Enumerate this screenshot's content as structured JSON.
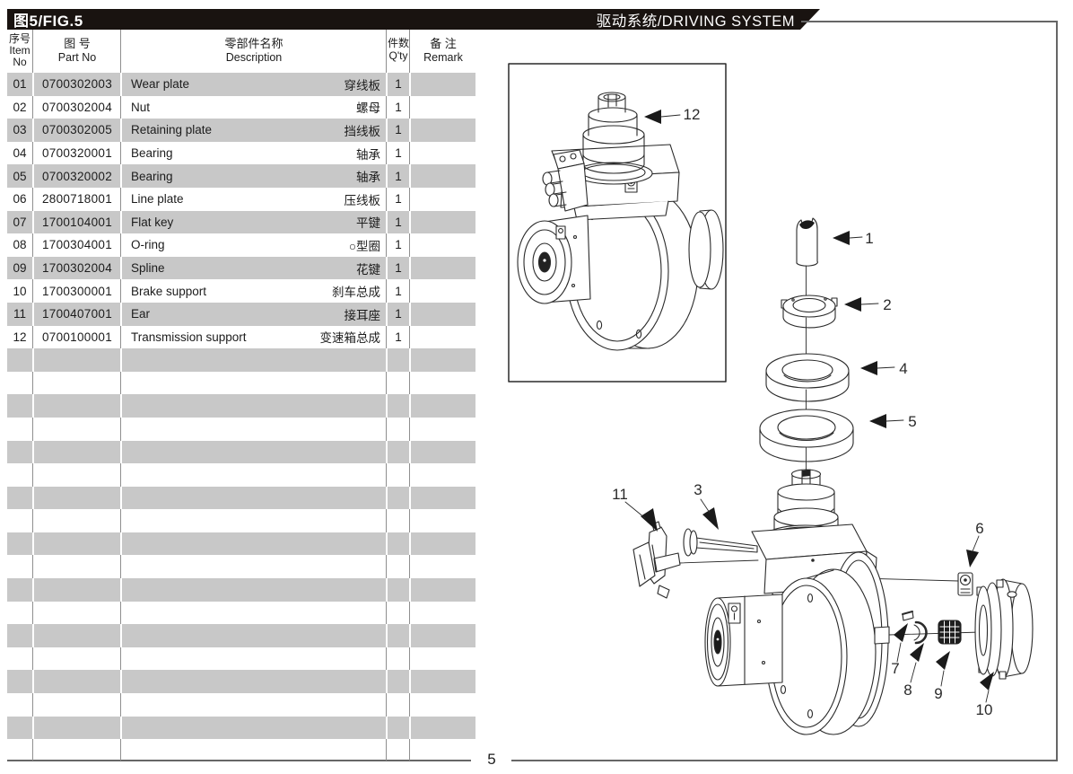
{
  "page": {
    "figure_title": "图5/FIG.5",
    "system_title": "驱动系统/DRIVING SYSTEM",
    "page_number": "5"
  },
  "colors": {
    "banner_black": "#191310",
    "row_gray": "#c8c8c8",
    "line_dark": "#2a2a2a"
  },
  "table": {
    "headers": {
      "item_cn": "序号",
      "item_en1": "Item",
      "item_en2": "No",
      "part_cn": "图  号",
      "part_en": "Part No",
      "desc_cn": "零部件名称",
      "desc_en": "Description",
      "qty_cn": "件数",
      "qty_en": "Q'ty",
      "remark_cn": "备  注",
      "remark_en": "Remark"
    },
    "rows": [
      {
        "item": "01",
        "part": "0700302003",
        "desc_en": "Wear plate",
        "desc_cn": "穿线板",
        "qty": "1",
        "remark": ""
      },
      {
        "item": "02",
        "part": "0700302004",
        "desc_en": "Nut",
        "desc_cn": "螺母",
        "qty": "1",
        "remark": ""
      },
      {
        "item": "03",
        "part": "0700302005",
        "desc_en": "Retaining plate",
        "desc_cn": "挡线板",
        "qty": "1",
        "remark": ""
      },
      {
        "item": "04",
        "part": "0700320001",
        "desc_en": "Bearing",
        "desc_cn": "轴承",
        "qty": "1",
        "remark": ""
      },
      {
        "item": "05",
        "part": "0700320002",
        "desc_en": "Bearing",
        "desc_cn": "轴承",
        "qty": "1",
        "remark": ""
      },
      {
        "item": "06",
        "part": "2800718001",
        "desc_en": "Line plate",
        "desc_cn": "压线板",
        "qty": "1",
        "remark": ""
      },
      {
        "item": "07",
        "part": "1700104001",
        "desc_en": "Flat key",
        "desc_cn": "平键",
        "qty": "1",
        "remark": ""
      },
      {
        "item": "08",
        "part": "1700304001",
        "desc_en": "O-ring",
        "desc_cn": "○型圈",
        "qty": "1",
        "remark": ""
      },
      {
        "item": "09",
        "part": "1700302004",
        "desc_en": "Spline",
        "desc_cn": "花键",
        "qty": "1",
        "remark": ""
      },
      {
        "item": "10",
        "part": "1700300001",
        "desc_en": "Brake support",
        "desc_cn": "刹车总成",
        "qty": "1",
        "remark": ""
      },
      {
        "item": "11",
        "part": "1700407001",
        "desc_en": "Ear",
        "desc_cn": "接耳座",
        "qty": "1",
        "remark": ""
      },
      {
        "item": "12",
        "part": "0700100001",
        "desc_en": "Transmission support",
        "desc_cn": "变速箱总成",
        "qty": "1",
        "remark": ""
      }
    ]
  },
  "diagram": {
    "callouts": [
      "1",
      "2",
      "3",
      "4",
      "5",
      "6",
      "7",
      "8",
      "9",
      "10",
      "11",
      "12"
    ]
  }
}
